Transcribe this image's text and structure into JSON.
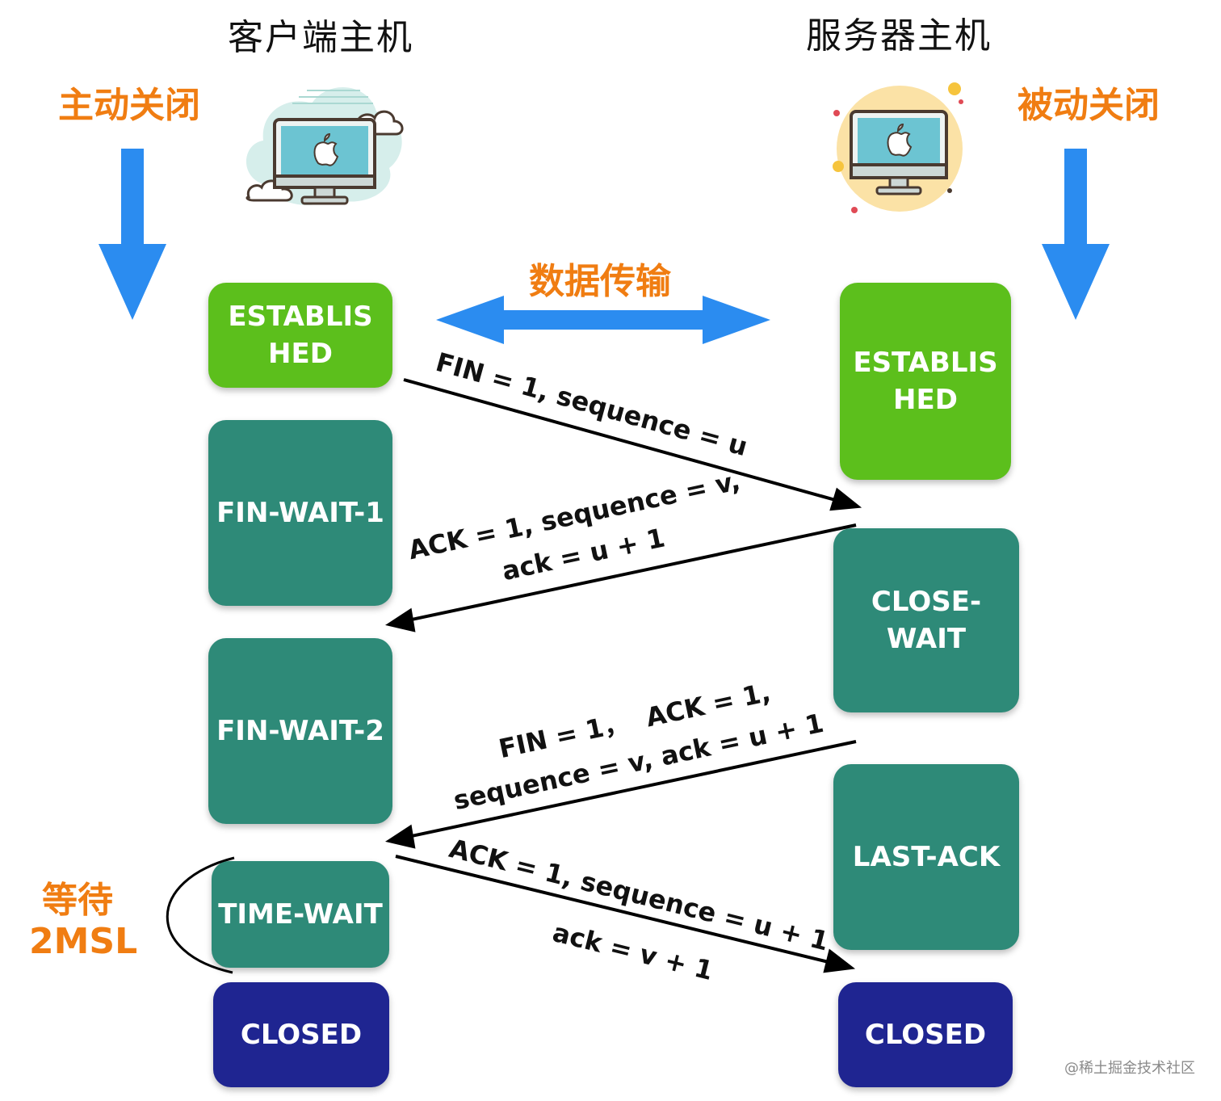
{
  "client": {
    "title": "客户端主机",
    "close_mode": "主动关闭",
    "states": [
      "ESTABLIS\nHED",
      "FIN-WAIT-1",
      "FIN-WAIT-2",
      "TIME-WAIT",
      "CLOSED"
    ],
    "wait_label_1": "等待",
    "wait_label_2": "2MSL"
  },
  "server": {
    "title": "服务器主机",
    "close_mode": "被动关闭",
    "states": [
      "ESTABLIS\nHED",
      "CLOSE-\nWAIT",
      "LAST-ACK",
      "CLOSED"
    ]
  },
  "data_transfer": "数据传输",
  "messages": {
    "m1": "FIN = 1, sequence = u",
    "m2_line1": "ACK = 1, sequence = v,",
    "m2_line2": "ack = u + 1",
    "m3_line1": "FIN = 1，  ACK = 1,",
    "m3_line2": "sequence = v, ack = u + 1",
    "m4_line1": "ACK = 1, sequence = u + 1",
    "m4_line2": "ack = v + 1"
  },
  "watermark": "@稀土掘金技术社区",
  "colors": {
    "accent_orange": "#f07d12",
    "arrow_blue": "#2b8cf0",
    "established_green": "#5cbf1c",
    "wait_teal": "#2e8a78",
    "closed_navy": "#1f2591"
  },
  "icons": {
    "client_icon": "desktop-computer-cloud-icon",
    "server_icon": "desktop-computer-sun-icon"
  }
}
